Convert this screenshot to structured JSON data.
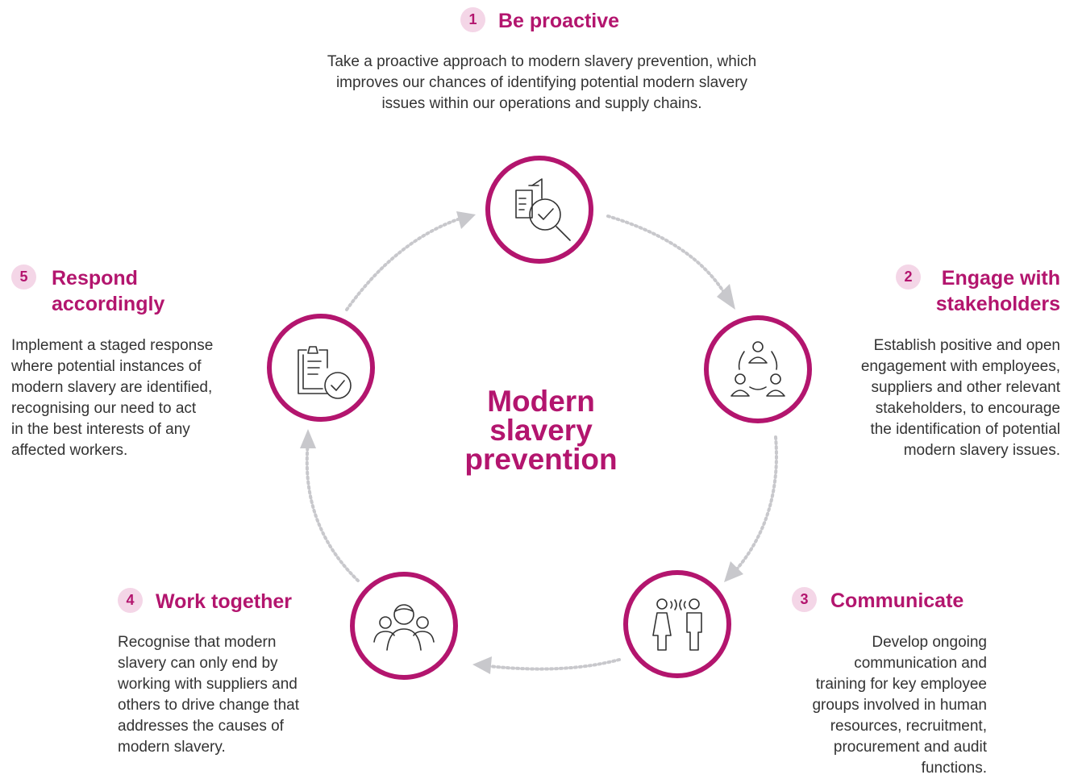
{
  "center_title": {
    "line1": "Modern",
    "line2": "slavery",
    "line3": "prevention"
  },
  "colors": {
    "accent": "#b3156e",
    "badge_bg": "#f4d6e7",
    "arrow": "#c8c8cc",
    "text": "#333333"
  },
  "steps": [
    {
      "number": "1",
      "title": "Be proactive",
      "icon": "document-magnifier-check-icon",
      "desc": [
        "Take a proactive approach to modern slavery prevention, which",
        "improves our chances of identifying potential modern slavery",
        "issues within our operations and supply chains."
      ]
    },
    {
      "number": "2",
      "title_lines": [
        "Engage with",
        "stakeholders"
      ],
      "icon": "stakeholder-network-icon",
      "desc": [
        "Establish positive and open",
        "engagement with employees,",
        "suppliers and other relevant",
        "stakeholders, to encourage",
        "the identification of potential",
        "modern slavery issues."
      ]
    },
    {
      "number": "3",
      "title": "Communicate",
      "icon": "two-people-talking-icon",
      "desc": [
        "Develop ongoing",
        "communication and",
        "training for key employee",
        "groups involved in human",
        "resources, recruitment,",
        "procurement and audit",
        "functions."
      ]
    },
    {
      "number": "4",
      "title": "Work together",
      "icon": "group-of-people-icon",
      "desc": [
        "Recognise that modern",
        "slavery can only end by",
        "working with suppliers and",
        "others to drive change that",
        "addresses the causes of",
        "modern slavery."
      ]
    },
    {
      "number": "5",
      "title_lines": [
        "Respond",
        "accordingly"
      ],
      "icon": "clipboard-check-icon",
      "desc": [
        "Implement a staged response",
        "where potential instances of",
        "modern slavery are identified,",
        "recognising our need to act",
        "in the best interests of any",
        "affected workers."
      ]
    }
  ]
}
